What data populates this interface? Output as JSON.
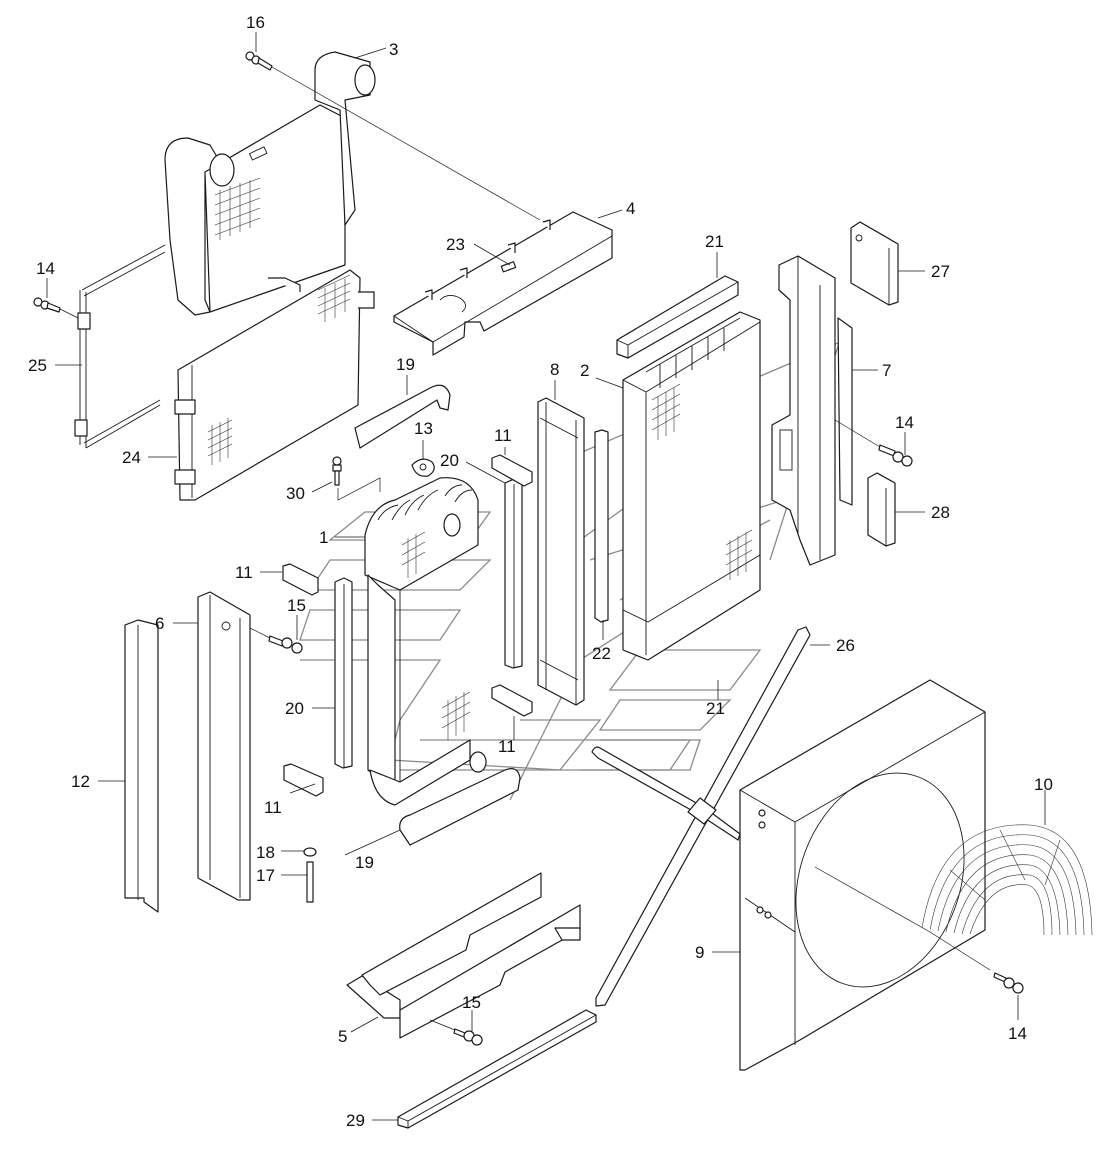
{
  "diagram": {
    "title": "Radiator and charge air cooler assembly - exploded view",
    "line_color": "#1a1a1a",
    "guide_color": "#8a8a8a",
    "background": "#ffffff",
    "callouts": [
      {
        "id": "c16a",
        "label": "16",
        "part": "bolt"
      },
      {
        "id": "c3",
        "label": "3",
        "part": "charge-air-cooler"
      },
      {
        "id": "c4",
        "label": "4",
        "part": "upper-bracket"
      },
      {
        "id": "c23",
        "label": "23",
        "part": "plate"
      },
      {
        "id": "c21a",
        "label": "21",
        "part": "seal-strip-upper"
      },
      {
        "id": "c27",
        "label": "27",
        "part": "pad"
      },
      {
        "id": "c14a",
        "label": "14",
        "part": "bolt-left"
      },
      {
        "id": "c25",
        "label": "25",
        "part": "frame"
      },
      {
        "id": "c24",
        "label": "24",
        "part": "condenser"
      },
      {
        "id": "c19a",
        "label": "19",
        "part": "hose-upper"
      },
      {
        "id": "c8",
        "label": "8",
        "part": "side-frame"
      },
      {
        "id": "c2",
        "label": "2",
        "part": "radiator-core"
      },
      {
        "id": "c7",
        "label": "7",
        "part": "right-bracket"
      },
      {
        "id": "c14b",
        "label": "14",
        "part": "bolt-right"
      },
      {
        "id": "c13",
        "label": "13",
        "part": "gasket"
      },
      {
        "id": "c11a",
        "label": "11",
        "part": "clip-upper-right"
      },
      {
        "id": "c20a",
        "label": "20",
        "part": "seal-upper"
      },
      {
        "id": "c30",
        "label": "30",
        "part": "bolt-top"
      },
      {
        "id": "c28",
        "label": "28",
        "part": "block"
      },
      {
        "id": "c1",
        "label": "1",
        "part": "radiator"
      },
      {
        "id": "c11b",
        "label": "11",
        "part": "clip-left"
      },
      {
        "id": "c6",
        "label": "6",
        "part": "left-bracket"
      },
      {
        "id": "c15a",
        "label": "15",
        "part": "bolt-mid"
      },
      {
        "id": "c22",
        "label": "22",
        "part": "seal-strip"
      },
      {
        "id": "c26",
        "label": "26",
        "part": "stay-rod"
      },
      {
        "id": "c20b",
        "label": "20",
        "part": "seal-lower"
      },
      {
        "id": "c21b",
        "label": "21",
        "part": "seal-strip-lower"
      },
      {
        "id": "c11c",
        "label": "11",
        "part": "clip-lower-right"
      },
      {
        "id": "c12",
        "label": "12",
        "part": "side-seal"
      },
      {
        "id": "c11d",
        "label": "11",
        "part": "clip-lower-left"
      },
      {
        "id": "c10",
        "label": "10",
        "part": "fan-guard"
      },
      {
        "id": "c18",
        "label": "18",
        "part": "cap"
      },
      {
        "id": "c19b",
        "label": "19",
        "part": "hose-lower"
      },
      {
        "id": "c17",
        "label": "17",
        "part": "drain-pipe"
      },
      {
        "id": "c9",
        "label": "9",
        "part": "fan-shroud"
      },
      {
        "id": "c15b",
        "label": "15",
        "part": "bolt-base"
      },
      {
        "id": "c5",
        "label": "5",
        "part": "base-mount"
      },
      {
        "id": "c14c",
        "label": "14",
        "part": "bolt-shroud"
      },
      {
        "id": "c29",
        "label": "29",
        "part": "bottom-strip"
      }
    ]
  }
}
